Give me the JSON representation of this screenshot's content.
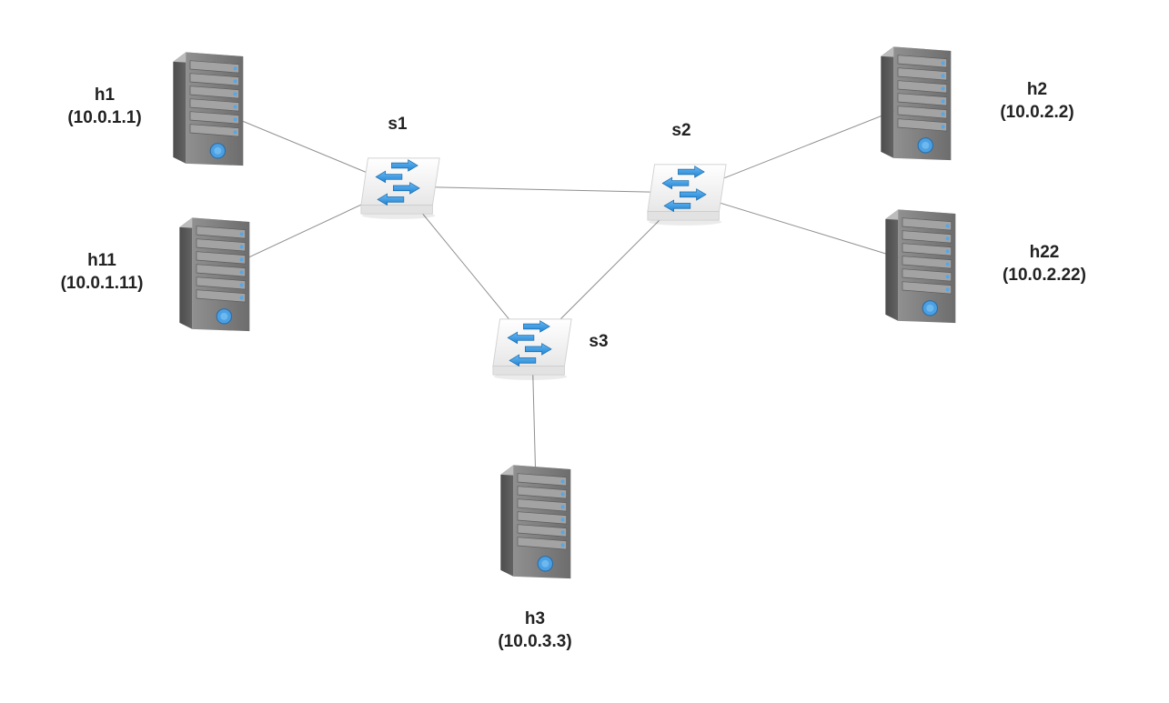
{
  "diagram": {
    "type": "network-topology",
    "background_color": "#ffffff",
    "edge_color": "#8f8f8f",
    "colors": {
      "server_body": "#7a7a7a",
      "server_side": "#555555",
      "server_top": "#bcbcbc",
      "accent_blue": "#2e8fdd",
      "switch_body": "#f4f4f4",
      "label_text": "#222222"
    },
    "icons": {
      "host": "server-tower-icon",
      "switch": "switch-arrows-icon"
    },
    "nodes": [
      {
        "id": "h1",
        "type": "host",
        "label": "h1",
        "ip": "(10.0.1.1)"
      },
      {
        "id": "h11",
        "type": "host",
        "label": "h11",
        "ip": "(10.0.1.11)"
      },
      {
        "id": "h2",
        "type": "host",
        "label": "h2",
        "ip": "(10.0.2.2)"
      },
      {
        "id": "h22",
        "type": "host",
        "label": "h22",
        "ip": "(10.0.2.22)"
      },
      {
        "id": "h3",
        "type": "host",
        "label": "h3",
        "ip": "(10.0.3.3)"
      },
      {
        "id": "s1",
        "type": "switch",
        "label": "s1"
      },
      {
        "id": "s2",
        "type": "switch",
        "label": "s2"
      },
      {
        "id": "s3",
        "type": "switch",
        "label": "s3"
      }
    ],
    "edges": [
      {
        "from": "h1",
        "to": "s1"
      },
      {
        "from": "h11",
        "to": "s1"
      },
      {
        "from": "s1",
        "to": "s2"
      },
      {
        "from": "s1",
        "to": "s3"
      },
      {
        "from": "s2",
        "to": "s3"
      },
      {
        "from": "s2",
        "to": "h2"
      },
      {
        "from": "s2",
        "to": "h22"
      },
      {
        "from": "s3",
        "to": "h3"
      }
    ]
  }
}
